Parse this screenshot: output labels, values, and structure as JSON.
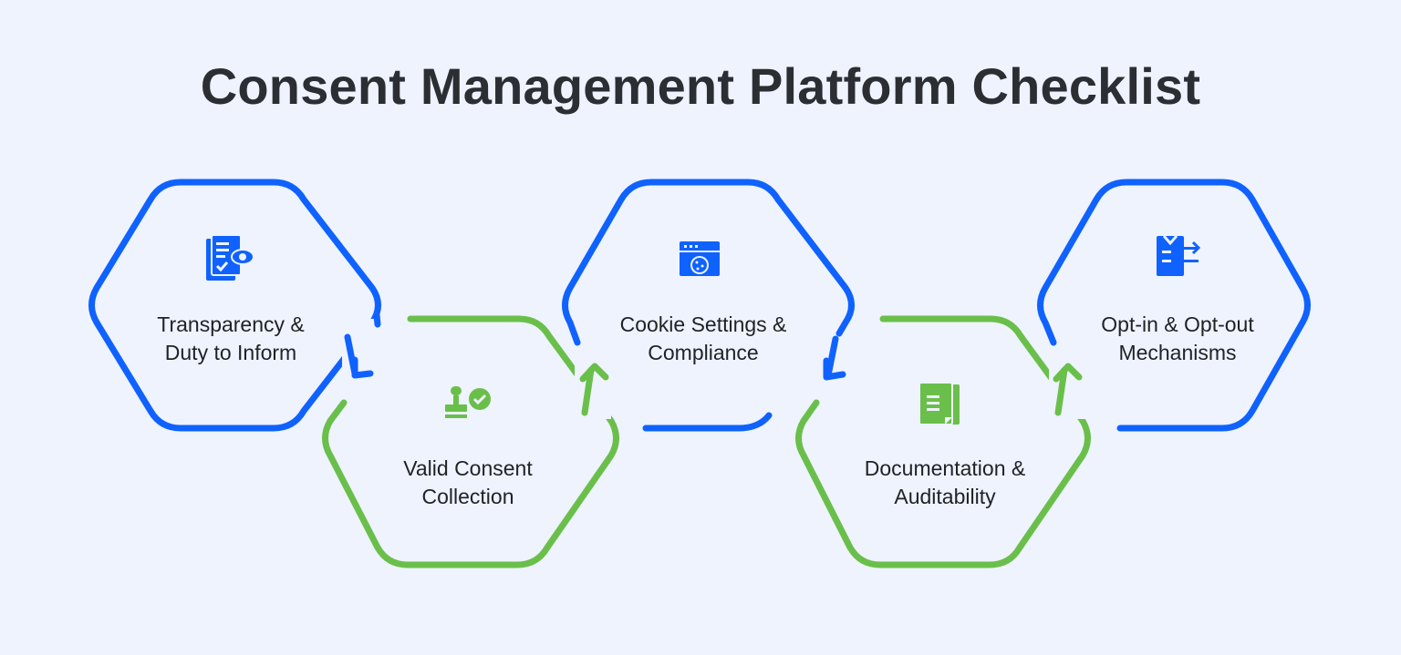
{
  "title": "Consent Management Platform Checklist",
  "colors": {
    "blue": "#0f62fe",
    "green": "#6abf4b",
    "background": "#eef3fd",
    "text": "#2b2e33"
  },
  "steps": [
    {
      "line1": "Transparency &",
      "line2": "Duty to Inform",
      "icon": "document-eye-icon",
      "color": "blue"
    },
    {
      "line1": "Valid Consent",
      "line2": "Collection",
      "icon": "stamp-check-icon",
      "color": "green"
    },
    {
      "line1": "Cookie Settings &",
      "line2": "Compliance",
      "icon": "browser-cookie-icon",
      "color": "blue"
    },
    {
      "line1": "Documentation &",
      "line2": "Auditability",
      "icon": "documents-icon",
      "color": "green"
    },
    {
      "line1": "Opt-in & Opt-out",
      "line2": "Mechanisms",
      "icon": "clipboard-arrows-icon",
      "color": "blue"
    }
  ]
}
